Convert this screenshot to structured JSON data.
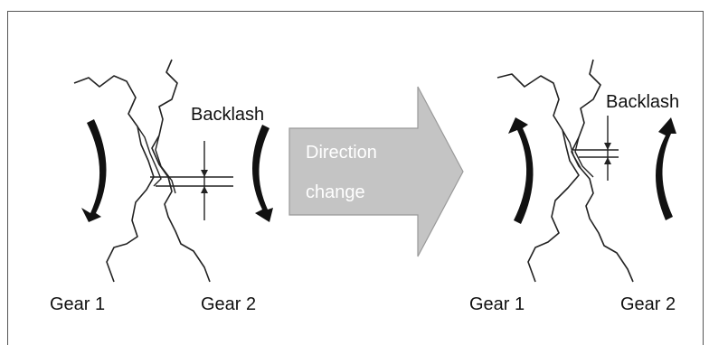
{
  "labels": {
    "backlash_left": "Backlash",
    "backlash_right": "Backlash",
    "gear1_left": "Gear 1",
    "gear2_left": "Gear 2",
    "gear1_right": "Gear 1",
    "gear2_right": "Gear 2"
  },
  "transition": {
    "line1": "Direction",
    "line2": "change"
  },
  "colors": {
    "arrow_fill": "#c4c4c4",
    "arrow_stroke": "#999999",
    "ink": "#111111"
  }
}
